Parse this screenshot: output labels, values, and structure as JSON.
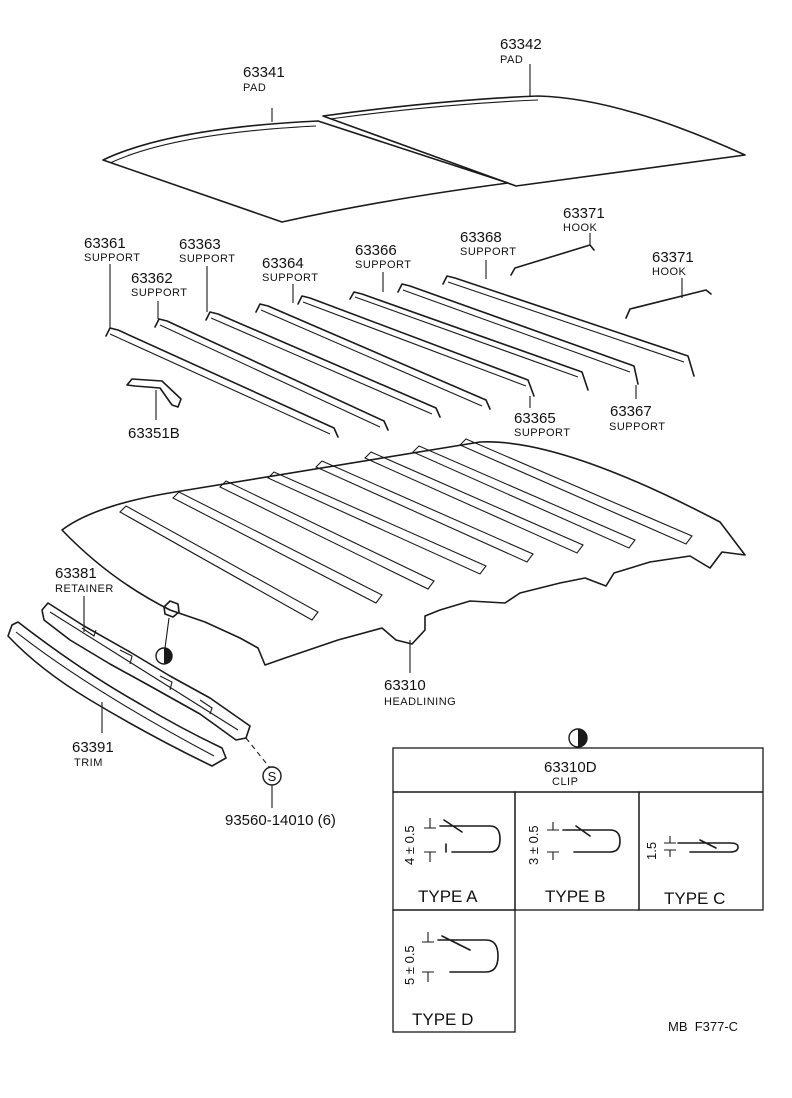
{
  "parts": {
    "pad_63341": {
      "number": "63341",
      "name": "PAD"
    },
    "pad_63342": {
      "number": "63342",
      "name": "PAD"
    },
    "support_63361": {
      "number": "63361",
      "name": "SUPPORT"
    },
    "support_63362": {
      "number": "63362",
      "name": "SUPPORT"
    },
    "support_63363": {
      "number": "63363",
      "name": "SUPPORT"
    },
    "support_63364": {
      "number": "63364",
      "name": "SUPPORT"
    },
    "support_63365": {
      "number": "63365",
      "name": "SUPPORT"
    },
    "support_63366": {
      "number": "63366",
      "name": "SUPPORT"
    },
    "support_63367": {
      "number": "63367",
      "name": "SUPPORT"
    },
    "support_63368": {
      "number": "63368",
      "name": "SUPPORT"
    },
    "hook_1": {
      "number": "63371",
      "name": "HOOK"
    },
    "hook_2": {
      "number": "63371",
      "name": "HOOK"
    },
    "part_63351b": {
      "number": "63351B"
    },
    "retainer_63381": {
      "number": "63381",
      "name": "RETAINER"
    },
    "headlining_63310": {
      "number": "63310",
      "name": "HEADLINING"
    },
    "trim_63391": {
      "number": "63391",
      "name": "TRIM"
    },
    "screw": {
      "symbol": "S",
      "number": "93560-14010 (6)"
    }
  },
  "clip_table": {
    "number": "63310D",
    "name": "CLIP",
    "types": [
      {
        "label": "TYPE A",
        "dim": "4 ± 0.5"
      },
      {
        "label": "TYPE B",
        "dim": "3 ± 0.5"
      },
      {
        "label": "TYPE C",
        "dim": "1.5"
      },
      {
        "label": "TYPE D",
        "dim": "5 ± 0.5"
      }
    ]
  },
  "footer": {
    "code": "MB  F377-C"
  }
}
